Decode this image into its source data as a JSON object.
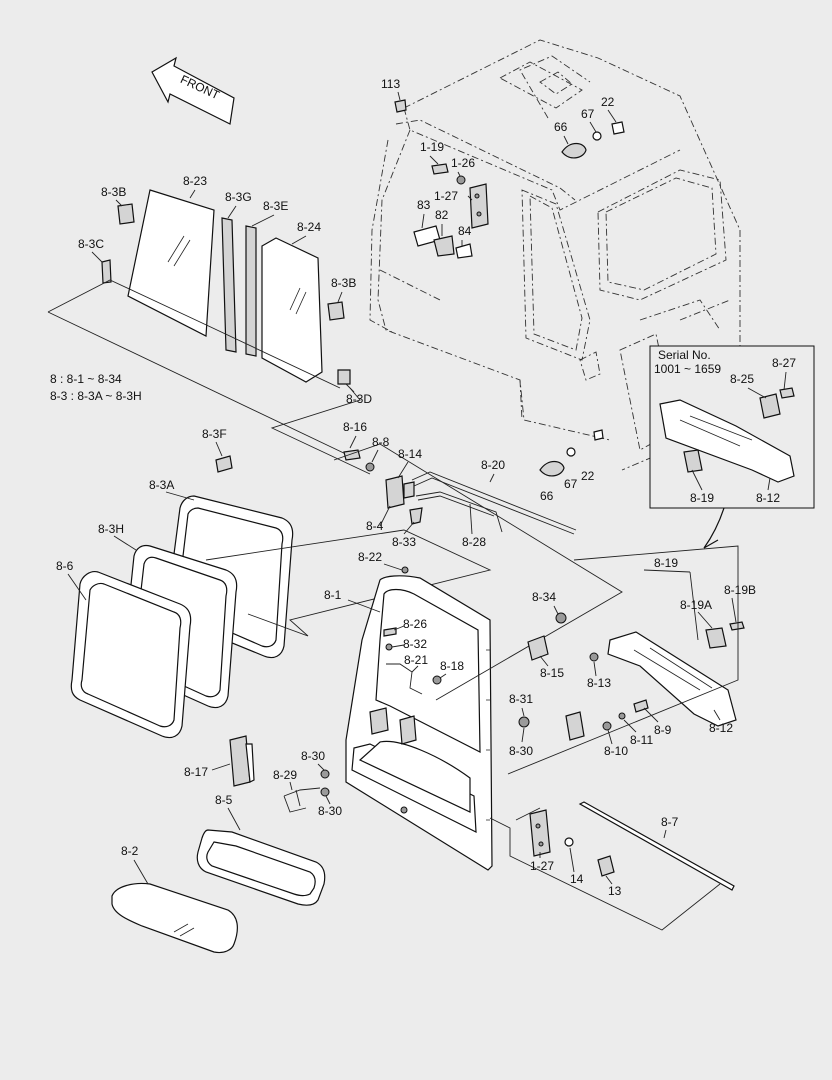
{
  "front_arrow": "FRONT",
  "note": {
    "line1": "8 : 8-1 ~ 8-34",
    "line2": "8-3 : 8-3A ~ 8-3H"
  },
  "inset": {
    "title": "Serial No.",
    "serial": "1001 ~ 1659",
    "labels": {
      "p8_27": "8-27",
      "p8_25": "8-25",
      "p8_19": "8-19",
      "p8_12": "8-12"
    }
  },
  "labels": {
    "p113": "113",
    "p67a": "67",
    "p22a": "22",
    "p66a": "66",
    "p1_19": "1-19",
    "p1_26": "1-26",
    "p1_27a": "1-27",
    "p83": "83",
    "p82": "82",
    "p84": "84",
    "p8_3B_top": "8-3B",
    "p8_23": "8-23",
    "p8_3G": "8-3G",
    "p8_3E": "8-3E",
    "p8_24": "8-24",
    "p8_3C": "8-3C",
    "p8_3B_mid": "8-3B",
    "p8_3D": "8-3D",
    "p8_16": "8-16",
    "p8_8": "8-8",
    "p8_14": "8-14",
    "p8_20": "8-20",
    "p8_4": "8-4",
    "p8_33": "8-33",
    "p8_28": "8-28",
    "p66b": "66",
    "p67b": "67",
    "p22b": "22",
    "p8_3F": "8-3F",
    "p8_3A": "8-3A",
    "p8_3H": "8-3H",
    "p8_6": "8-6",
    "p8_22": "8-22",
    "p8_1": "8-1",
    "p8_26": "8-26",
    "p8_32": "8-32",
    "p8_21": "8-21",
    "p8_18": "8-18",
    "p8_34": "8-34",
    "p8_15": "8-15",
    "p8_19": "8-19",
    "p8_19B": "8-19B",
    "p8_19A": "8-19A",
    "p8_13": "8-13",
    "p8_9": "8-9",
    "p8_11": "8-11",
    "p8_10": "8-10",
    "p8_12": "8-12",
    "p8_31": "8-31",
    "p8_30a": "8-30",
    "p8_30b": "8-30",
    "p8_30c": "8-30",
    "p8_29": "8-29",
    "p8_17": "8-17",
    "p8_5": "8-5",
    "p8_2": "8-2",
    "p8_7": "8-7",
    "p1_27b": "1-27",
    "p14": "14",
    "p13": "13"
  }
}
